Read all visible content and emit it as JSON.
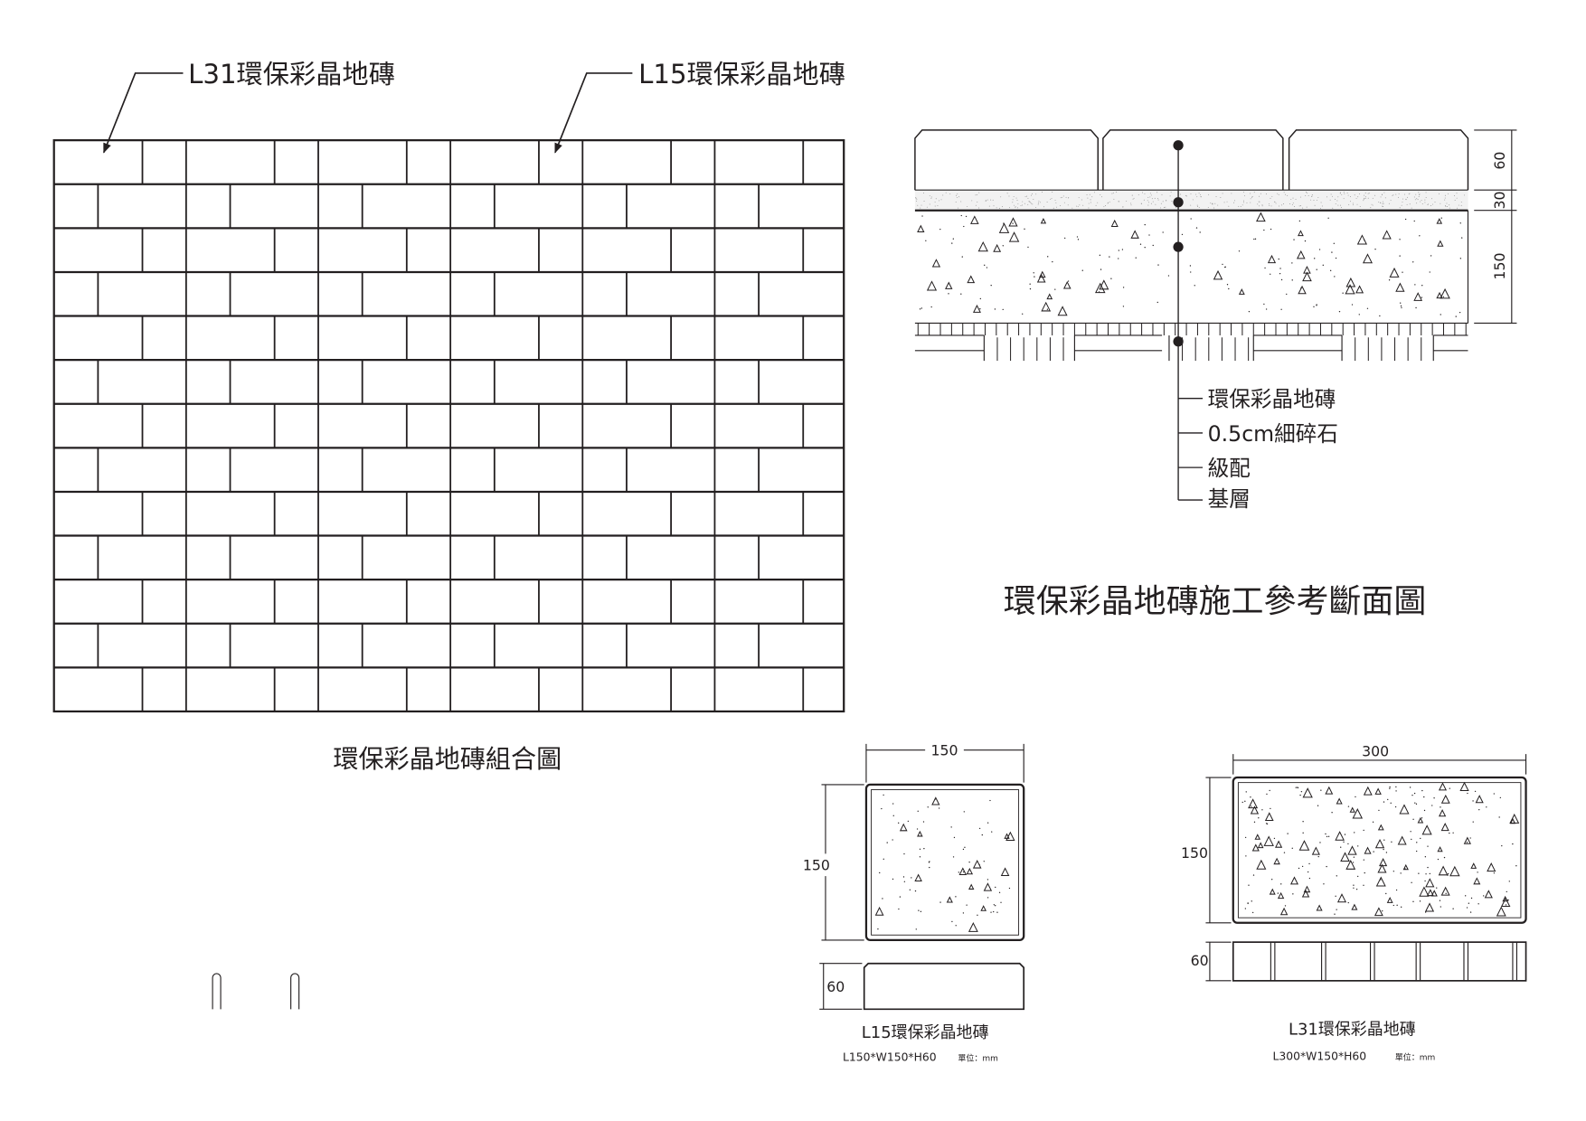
{
  "callouts": {
    "l31": "L31環保彩晶地磚",
    "l15": "L15環保彩晶地磚"
  },
  "layout_title": "環保彩晶地磚組合圖",
  "section": {
    "title": "環保彩晶地磚施工參考斷面圖",
    "layers": [
      "環保彩晶地磚",
      "0.5cm細碎石",
      "級配",
      "基層"
    ],
    "dims": [
      "60",
      "30",
      "150"
    ]
  },
  "l15": {
    "width": "150",
    "height": "150",
    "thickness": "60",
    "name": "L15環保彩晶地磚",
    "spec": "L150*W150*H60",
    "unit": "單位：mm"
  },
  "l31": {
    "width": "300",
    "height": "150",
    "thickness": "60",
    "name": "L31環保彩晶地磚",
    "spec": "L300*W150*H60",
    "unit": "單位：mm"
  },
  "colors": {
    "ink": "#231f20"
  }
}
